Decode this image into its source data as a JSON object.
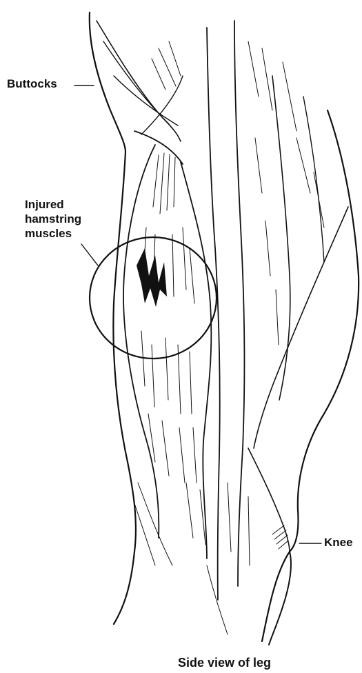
{
  "labels": {
    "buttocks": "Buttocks",
    "hamstring_line1": "Injured",
    "hamstring_line2": "hamstring",
    "hamstring_line3": "muscles",
    "knee": "Knee"
  },
  "caption": "Side view of leg",
  "colors": {
    "ink": "#111111",
    "background": "#ffffff"
  }
}
